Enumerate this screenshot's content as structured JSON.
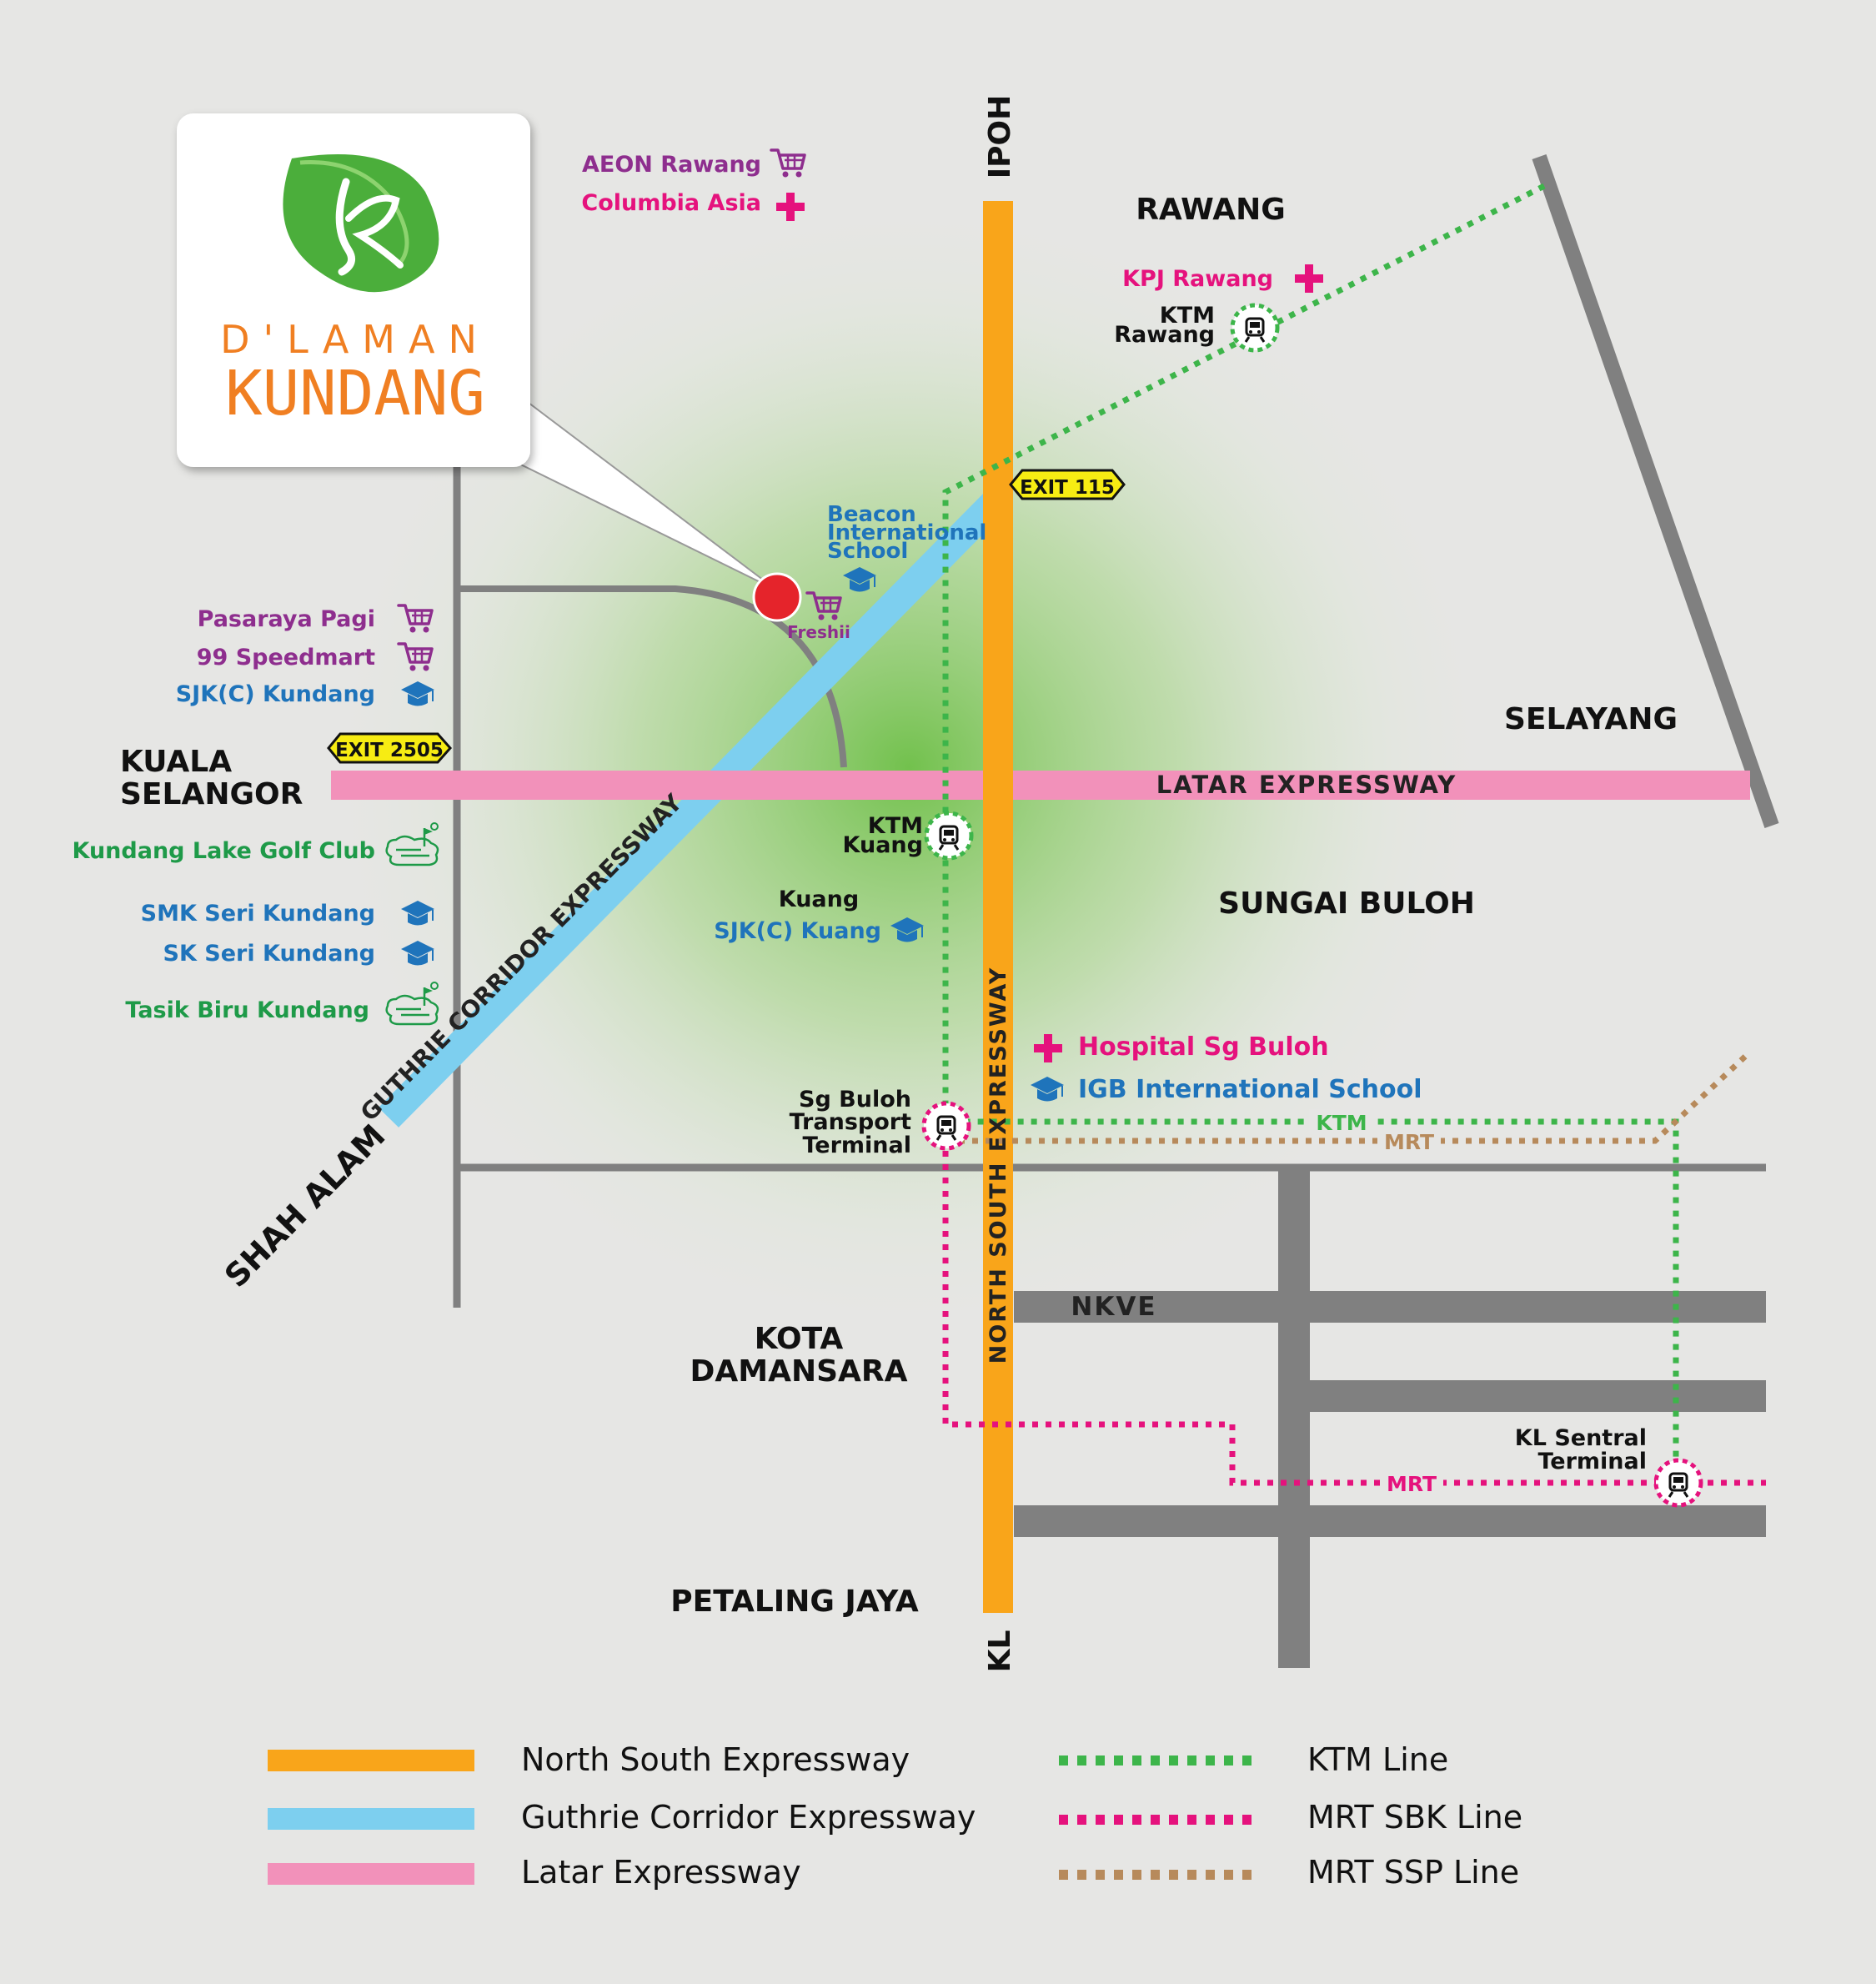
{
  "colors": {
    "north_south": "#F9A51A",
    "guthrie": "#7DCFEF",
    "latar": "#F291BA",
    "ktm": "#3DB54A",
    "mrt_sbk": "#E5127D",
    "mrt_ssp": "#B78A5B",
    "road": "#808080",
    "logo_orange": "#F07F22",
    "logo_green": "#4BAE3B",
    "purple": "#8E2E8E",
    "pink": "#E5127D",
    "blue": "#1F74BB",
    "green": "#1E9A48",
    "marker": "#E5242B",
    "exit": "#F7EC13"
  },
  "logo": {
    "line1": "D'LAMAN",
    "line2": "KUNDANG"
  },
  "towns": {
    "rawang": "RAWANG",
    "selayang": "SELAYANG",
    "kuala_selangor_1": "KUALA",
    "kuala_selangor_2": "SELANGOR",
    "sungai_buloh": "SUNGAI BULOH",
    "kota_damansara_1": "KOTA",
    "kota_damansara_2": "DAMANSARA",
    "petaling_jaya": "PETALING JAYA",
    "shah_alam": "SHAH ALAM",
    "ipoh": "IPOH",
    "kl": "KL",
    "kuang": "Kuang"
  },
  "roads": {
    "north_south": "NORTH SOUTH EXPRESSWAY",
    "guthrie": "GUTHRIE CORRIDOR EXPRESSWAY",
    "latar": "LATAR EXPRESSWAY",
    "nkve": "NKVE"
  },
  "exits": {
    "exit_115": "EXIT 115",
    "exit_2505": "EXIT 2505"
  },
  "lines": {
    "ktm": "KTM",
    "mrt_ssp": "MRT",
    "mrt_sbk": "MRT"
  },
  "stations": {
    "ktm_rawang_1": "KTM",
    "ktm_rawang_2": "Rawang",
    "ktm_kuang_1": "KTM",
    "ktm_kuang_2": "Kuang",
    "sg_buloh_1": "Sg Buloh",
    "sg_buloh_2": "Transport",
    "sg_buloh_3": "Terminal",
    "kl_sentral_1": "KL Sentral",
    "kl_sentral_2": "Terminal"
  },
  "pois": {
    "aeon_rawang": "AEON Rawang",
    "columbia_asia": "Columbia Asia",
    "kpj_rawang": "KPJ Rawang",
    "beacon_1": "Beacon",
    "beacon_2": "International",
    "beacon_3": "School",
    "freshii": "Freshii",
    "pasaraya_pagi": "Pasaraya Pagi",
    "speedmart": "99 Speedmart",
    "sjkc_kundang": "SJK(C) Kundang",
    "kundang_golf": "Kundang Lake Golf Club",
    "smk_seri_kundang": "SMK Seri Kundang",
    "sk_seri_kundang": "SK Seri Kundang",
    "tasik_biru": "Tasik Biru Kundang",
    "sjkc_kuang": "SJK(C) Kuang",
    "hospital_sg_buloh": "Hospital Sg Buloh",
    "igb_school": "IGB International School"
  },
  "icons": {
    "cart": "shopping-cart-icon",
    "hospital": "medical-cross-icon",
    "school": "graduation-cap-icon",
    "golf": "lake-park-icon",
    "train": "train-icon",
    "leaf": "leaf-logo-icon"
  },
  "legend": [
    {
      "label": "North South Expressway",
      "style": "solid",
      "color": "#F9A51A"
    },
    {
      "label": "Guthrie Corridor Expressway",
      "style": "solid",
      "color": "#7DCFEF"
    },
    {
      "label": "Latar Expressway",
      "style": "solid",
      "color": "#F291BA"
    },
    {
      "label": "KTM Line",
      "style": "dotted",
      "color": "#3DB54A"
    },
    {
      "label": "MRT SBK Line",
      "style": "dotted",
      "color": "#E5127D"
    },
    {
      "label": "MRT SSP Line",
      "style": "dotted",
      "color": "#B78A5B"
    }
  ]
}
